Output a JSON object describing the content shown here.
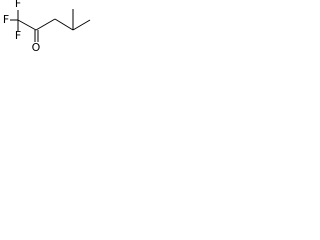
{
  "structure": {
    "atoms": {
      "f_top": "F",
      "f_left": "F",
      "f_bottom": "F",
      "o": "O"
    }
  },
  "colors": {
    "background": "#ffffff",
    "ink": "#000000"
  }
}
